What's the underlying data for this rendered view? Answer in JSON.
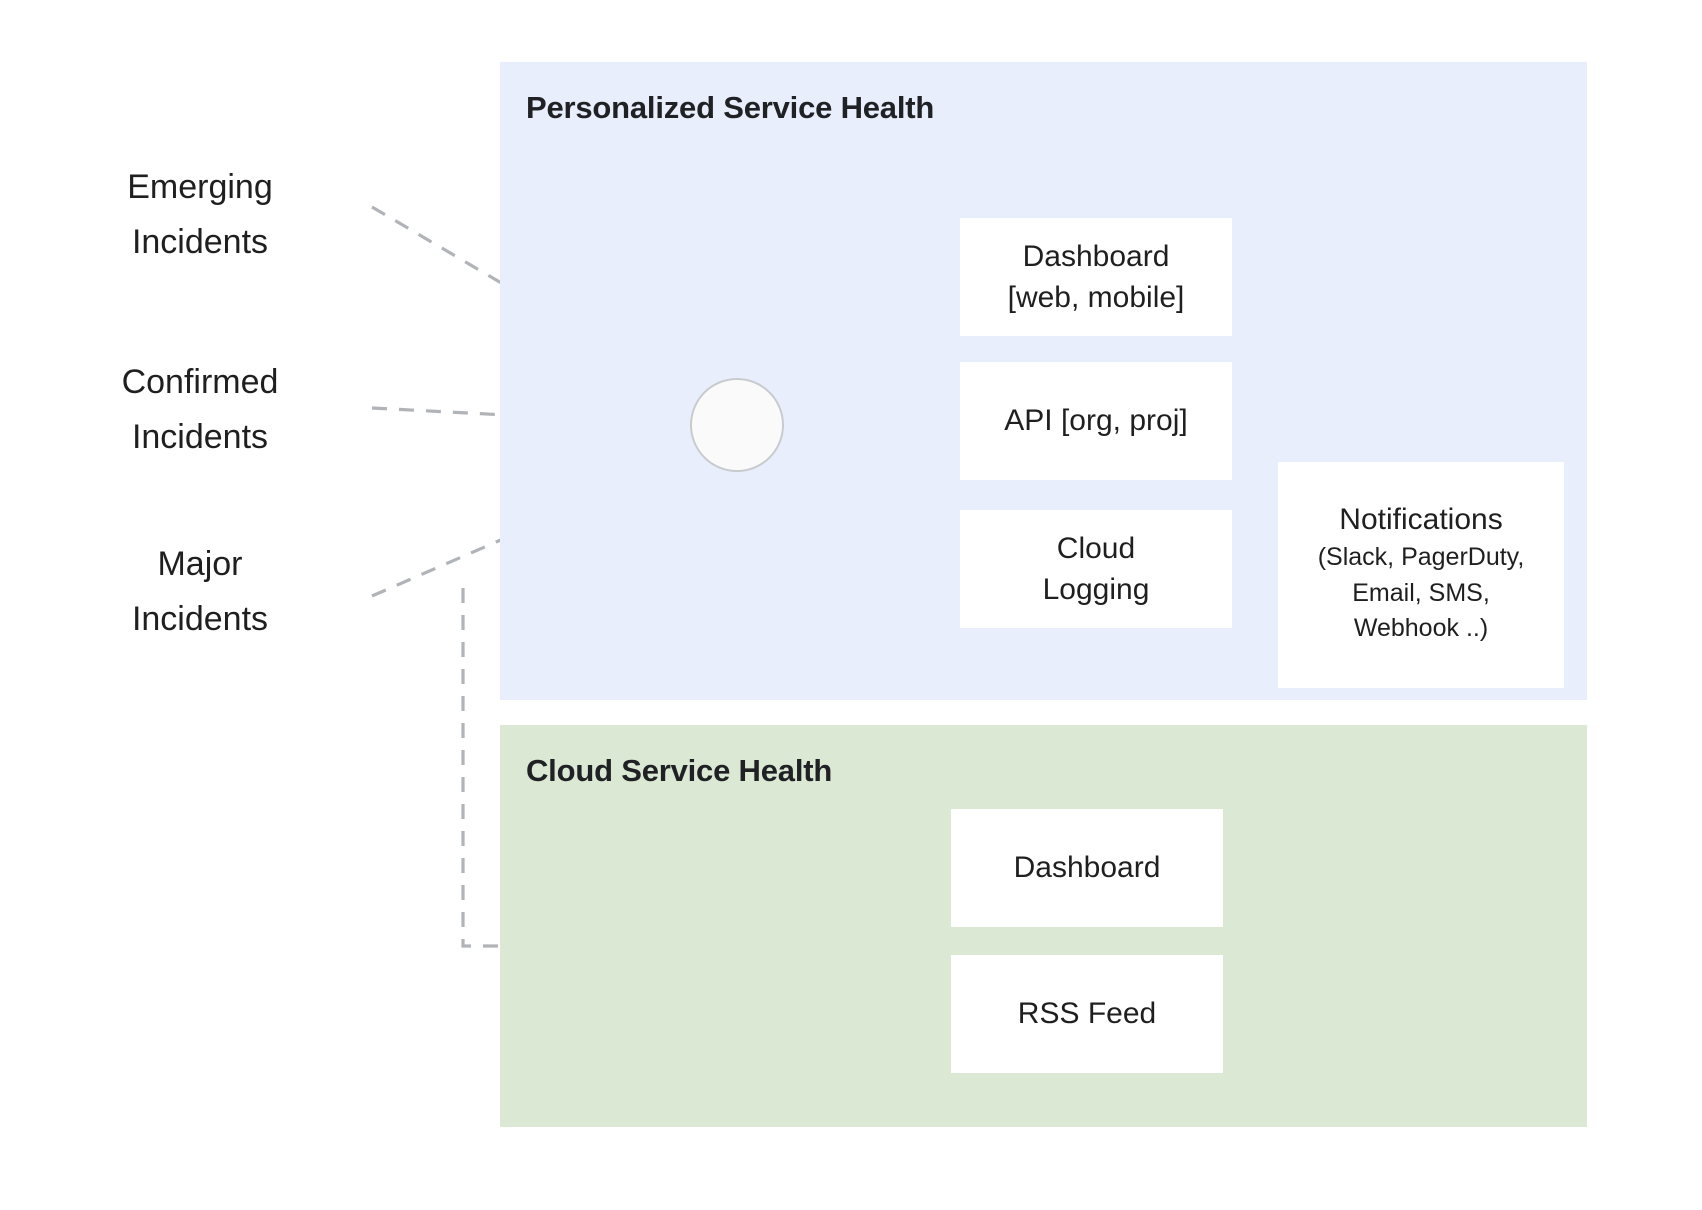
{
  "diagram": {
    "title_implicit": "Service Health architecture",
    "sources": [
      {
        "name": "emerging",
        "label": "Emerging\nIncidents"
      },
      {
        "name": "confirmed",
        "label": "Confirmed\nIncidents"
      },
      {
        "name": "major",
        "label": "Major\nIncidents"
      }
    ],
    "panels": [
      {
        "name": "personalized-service-health",
        "title": "Personalized Service Health",
        "background": "#e8eefc",
        "nodes": [
          {
            "name": "dashboard-web-mobile",
            "label": "Dashboard\n[web, mobile]"
          },
          {
            "name": "api-org-proj",
            "label": "API [org, proj]"
          },
          {
            "name": "cloud-logging",
            "label": "Cloud\nLogging"
          },
          {
            "name": "notifications",
            "label": "Notifications",
            "sublabel": "(Slack, PagerDuty,\nEmail, SMS,\nWebhook ..)"
          }
        ],
        "hub": {
          "name": "aggregation-node",
          "label": ""
        }
      },
      {
        "name": "cloud-service-health",
        "title": "Cloud Service Health",
        "background": "#dbe8d4",
        "nodes": [
          {
            "name": "dashboard",
            "label": "Dashboard"
          },
          {
            "name": "rss-feed",
            "label": "RSS Feed"
          }
        ]
      }
    ],
    "colors": {
      "panel_personalized": "#e8eefc",
      "panel_cloud": "#dbe8d4",
      "box_fill": "#ffffff",
      "text": "#1f1f1f",
      "solid_connector": "#5f6368",
      "dashed_connector": "#b0b4b8",
      "hub_stroke": "#c8cbcd",
      "hub_fill": "#fafafa",
      "light_connector": "#bdc1c6"
    },
    "edges": [
      {
        "name": "emerging-to-hub",
        "style": "dashed",
        "from": "emerging",
        "to": "aggregation-node"
      },
      {
        "name": "confirmed-to-hub",
        "style": "dashed",
        "from": "confirmed",
        "to": "aggregation-node"
      },
      {
        "name": "major-to-hub",
        "style": "dashed",
        "from": "major",
        "to": "aggregation-node"
      },
      {
        "name": "major-to-cloud-health",
        "style": "dashed",
        "from": "major",
        "to": "cloud-service-health"
      },
      {
        "name": "hub-to-dashboard",
        "style": "solid",
        "from": "aggregation-node",
        "to": "dashboard-web-mobile"
      },
      {
        "name": "hub-to-api",
        "style": "solid",
        "from": "aggregation-node",
        "to": "api-org-proj"
      },
      {
        "name": "hub-to-cloud-logging",
        "style": "solid",
        "from": "aggregation-node",
        "to": "cloud-logging"
      },
      {
        "name": "cloud-logging-to-notifications",
        "style": "solid-light",
        "from": "cloud-logging",
        "to": "notifications"
      },
      {
        "name": "csh-branch-dashboard",
        "style": "solid-light",
        "from": "cloud-service-health",
        "to": "dashboard"
      },
      {
        "name": "csh-branch-rss",
        "style": "solid-light",
        "from": "cloud-service-health",
        "to": "rss-feed"
      }
    ]
  }
}
